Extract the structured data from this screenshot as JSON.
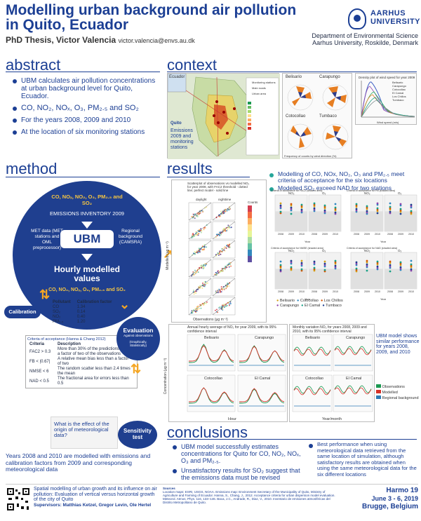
{
  "header": {
    "title": "Modelling urban background air pollution in Quito, Ecuador",
    "subtitle": "PhD Thesis, Victor Valencia",
    "email": "victor.valencia@envs.au.dk",
    "university": "AARHUS UNIVERSITY",
    "dept_line1": "Department of Environmental Science",
    "dept_line2": "Aarhus University, Roskilde, Denmark"
  },
  "abstract": {
    "heading": "abstract",
    "b1": "UBM calculates air pollution concentrations at urban background level for Quito, Ecuador.",
    "b2": "CO, NO₂, NOₓ, O₃, PM₂.₅ and SO₂",
    "b3": "For the years 2008, 2009 and 2010",
    "b4": "At the location of six monitoring stations"
  },
  "context": {
    "heading": "context",
    "map_label_ecuador": "Ecuador",
    "map_label_quito": "Quito",
    "map_caption": "Emissions 2009 and monitoring stations",
    "stations": [
      "Belisario",
      "Carapungo",
      "Cotocollao",
      "Tumbaco"
    ],
    "legend_items": [
      "Monitoring stations",
      "Main roads",
      "Urban area"
    ],
    "wind_title": "Density plot of wind speed for year 2009",
    "wind_xlabel": "Wind speed (m/s)",
    "rose_caption": "Frequency of counts by wind direction (%)"
  },
  "method": {
    "heading": "method",
    "pollutants_top": "CO, NOₓ, NO₂, O₃, PM₂.₅ and SO₂",
    "inventory": "EMISSIONS INVENTORY 2009",
    "met": "MET data (MET stations and OML preprocessor)",
    "ubm": "UBM",
    "regional": "Regional background (CAMSRA)",
    "hourly": "Hourly modelled values",
    "pollutants_bottom": "CO, NO₂, NOₓ, O₃, PM₂.₅ and SO₂",
    "calibration": "Calibration",
    "cal_headers": [
      "Pollutant",
      "Calibration factor"
    ],
    "cal_rows": [
      [
        "CO",
        "1.34"
      ],
      [
        "SO₂",
        "0.14"
      ],
      [
        "NO₂",
        "0.40"
      ],
      [
        "PM₂.₅",
        "1.20"
      ]
    ],
    "criteria_title": "Criteria of acceptance (Hanna & Chang 2012)",
    "crit_headers": [
      "Criteria",
      "Description"
    ],
    "crit_rows": [
      [
        "FAC2 > 0.3",
        "More than 30% of the predictions within a factor of two of the observations"
      ],
      [
        "FB < |0.67|",
        "A relative mean bias less than a factor of two"
      ],
      [
        "NMSE < 6",
        "The random scatter less than 2.4 times the mean"
      ],
      [
        "NAD < 0.5",
        "The fractional area for errors less than 0.5"
      ]
    ],
    "evaluation": "Evaluation",
    "eval_sub": "Against observations",
    "eval_sub2": "(Graphically, Statistically)",
    "sensitivity": "Sensitivity test",
    "question": "What is the effect of the origin of meteorological data?",
    "years_note": "Years 2008 and 2010 are modelled with emissions and calibration factors from 2009 and corresponding meteorological data"
  },
  "results": {
    "heading": "results",
    "b1": "Modelling of CO, NOx, NO₂, O₃ and PM₂.₅ meet criteria of acceptance for the six locations",
    "b2": "Modelled SO₂ exceed NAD for two stations",
    "scatter_title": "Scatterplot of observations vs modelled NO₂ for year 2009, with FAC2 threshold - dotted line; perfect model - solid line",
    "scatter_xlabel": "Observations (µg m⁻³)",
    "scatter_ylabel": "Modelled (µg m⁻³)",
    "scatter_cols": [
      "daylight",
      "nighttime"
    ],
    "scatter_counts": "Counts",
    "criteria_panels": [
      "Criteria of acceptance for FAC2 (shaded area)",
      "Criteria of acceptance for FB (shaded area)",
      "Criteria of acceptance for NMSE (shaded area)",
      "Criteria of acceptance for NAD (shaded area)"
    ],
    "criteria_cols": [
      "NO₂",
      "O₃"
    ],
    "criteria_xlabel": "Year",
    "criteria_years": [
      "2008",
      "2009",
      "2010"
    ],
    "station_legend": [
      "Belisario",
      "Cotocollao",
      "Los Chillos",
      "Carapungo",
      "El Camal",
      "Tumbaco"
    ],
    "hourly_title": "Annual hourly average of NO₂ for year 2009, with its 95% confidence interval",
    "hourly_xlabel": "Hour",
    "hourly_ylabel": "Concentration (µg m⁻³)",
    "hourly_panels": [
      "Belisario",
      "Carapungo",
      "Cotocollao",
      "El Camal"
    ],
    "monthly_title": "Monthly variation NO₂ for years 2008, 2009 and 2010, with its 95% confidence interval",
    "monthly_xlabel": "Year/month",
    "series_legend": [
      "Observations",
      "Modelled",
      "Regional background"
    ],
    "note": "UBM model shows similar performance for years 2008, 2009, and 2010"
  },
  "conclusions": {
    "heading": "conclusions",
    "b1": "UBM model successfully estimates concentrations for Quito for CO, NO₂, NOₓ, O₃ and PM₂.₅.",
    "b2": "Unsatisfactory results for SO₂ suggest that the emissions data must be revised",
    "b3": "Best performance when using meteorological data retrieved from the same location of simulation, although satisfactory results are obtained when using the same meteorological data for the six different locations"
  },
  "footer": {
    "related": "Spatial modelling of urban growth and its influence on air pollution: Evaluation of vertical versus horizontal growth of the city of Quito",
    "supervisors": "Supervisors: Matthias Ketzel, Gregor Levin, Ole Hertel",
    "sources_h": "Sources",
    "sources": "Location maps: ESRI, USGS, NOAA. Emissions map: Environment Secretary of the Municipality of Quito, Ministry of Agriculture and Farming of Ecuador. Hanna, S., Chang, J., 2012. Acceptance criteria for urban dispersion model evaluation. Meteorol. Atmos. Phys. 116, 133–146. Baca, J.C., Andrade, R., Diaz, V., 2010. Inventario de emisiones atmosféricas del Distrito Metropolitano de Quito.",
    "event": "Harmo 19",
    "dates": "June 3 - 6, 2019",
    "place": "Brugge, Belgium"
  }
}
